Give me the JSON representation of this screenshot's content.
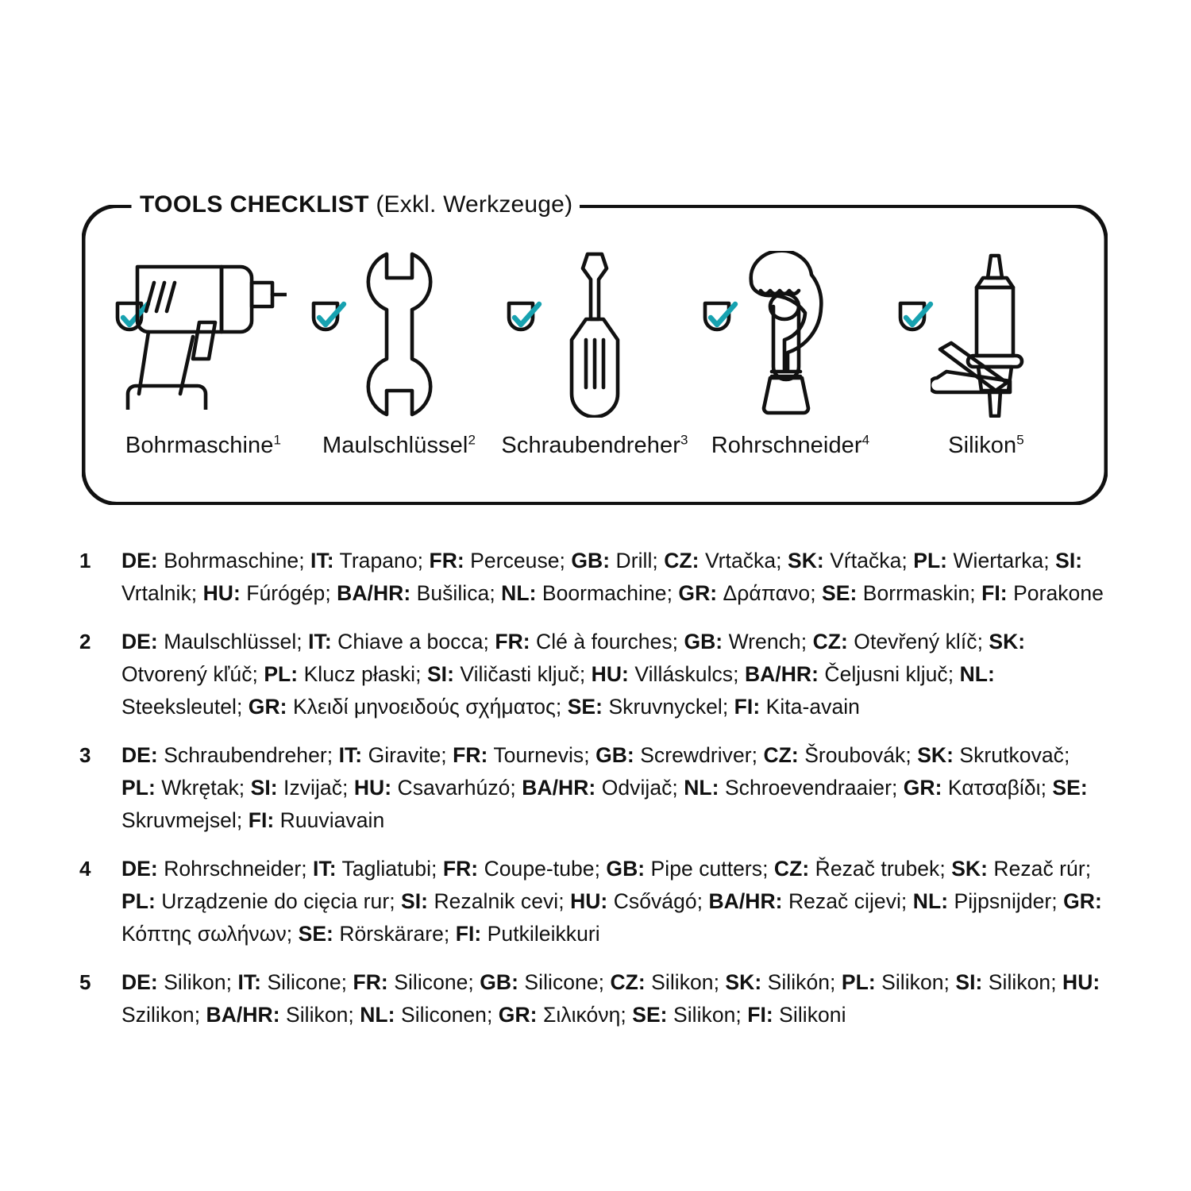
{
  "panel": {
    "title_strong": "TOOLS CHECKLIST",
    "title_light": "(Exkl. Werkzeuge)"
  },
  "colors": {
    "accent_teal": "#17A2B0",
    "line_black": "#111111",
    "background": "#FFFFFF"
  },
  "tools": [
    {
      "icon": "drill-icon",
      "label": "Bohrmaschine",
      "footnote": "1",
      "checked": true
    },
    {
      "icon": "wrench-icon",
      "label": "Maulschlüssel",
      "footnote": "2",
      "checked": true
    },
    {
      "icon": "screwdriver-icon",
      "label": "Schraubendreher",
      "footnote": "3",
      "checked": true
    },
    {
      "icon": "pipe-cutter-icon",
      "label": "Rohrschneider",
      "footnote": "4",
      "checked": true
    },
    {
      "icon": "silicone-gun-icon",
      "label": "Silikon",
      "footnote": "5",
      "checked": true
    }
  ],
  "notes": [
    {
      "num": "1",
      "html": "<b>DE:</b> Bohrmaschine; <b>IT:</b> Trapano; <b>FR:</b> Perceuse; <b>GB:</b> Drill; <b>CZ:</b> Vrtačka; <b>SK:</b> Vŕtačka; <b>PL:</b> Wiertarka; <b>SI:</b> Vrtalnik; <b>HU:</b> Fúrógép; <b>BA/HR:</b> Bušilica; <b>NL:</b> Boormachine; <b>GR:</b> Δράπανο; <b>SE:</b> Borrmaskin; <b>FI:</b> Porakone"
    },
    {
      "num": "2",
      "html": "<b>DE:</b> Maulschlüssel; <b>IT:</b> Chiave a bocca; <b>FR:</b> Clé à fourches; <b>GB:</b> Wrench; <b>CZ:</b> Otevřený klíč; <b>SK:</b> Otvorený kľúč; <b>PL:</b> Klucz płaski; <b>SI:</b> Viličasti ključ; <b>HU:</b> Villáskulcs; <b>BA/HR:</b> Čeljusni ključ; <b>NL:</b> Steeksleutel; <b>GR:</b> Κλειδί μηνοειδούς σχήματος; <b>SE:</b> Skruvnyckel; <b>FI:</b> Kita-avain"
    },
    {
      "num": "3",
      "html": "<b>DE:</b> Schraubendreher; <b>IT:</b> Giravite; <b>FR:</b> Tournevis; <b>GB:</b> Screwdriver; <b>CZ:</b> Šroubovák; <b>SK:</b> Skrutkovač; <b>PL:</b> Wkrętak; <b>SI:</b> Izvijač; <b>HU:</b> Csavarhúzó; <b>BA/HR:</b> Odvijač; <b>NL:</b> Schroevendraaier; <b>GR:</b> Κατσαβίδι; <b>SE:</b> Skruvmejsel; <b>FI:</b> Ruuviavain"
    },
    {
      "num": "4",
      "html": "<b>DE:</b> Rohrschneider; <b>IT:</b> Tagliatubi; <b>FR:</b> Coupe-tube; <b>GB:</b> Pipe cutters; <b>CZ:</b> Řezač trubek; <b>SK:</b> Rezač rúr; <b>PL:</b> Urządzenie do cięcia rur; <b>SI:</b> Rezalnik cevi; <b>HU:</b> Csővágó; <b>BA/HR:</b> Rezač cijevi; <b>NL:</b> Pijpsnijder; <b>GR:</b> Κόπτης σωλήνων; <b>SE:</b> Rörskärare; <b>FI:</b> Putkileikkuri"
    },
    {
      "num": "5",
      "html": "<b>DE:</b> Silikon; <b>IT:</b> Silicone; <b>FR:</b> Silicone; <b>GB:</b> Silicone; <b>CZ:</b> Silikon; <b>SK:</b> Silikón; <b>PL:</b> Silikon; <b>SI:</b> Silikon; <b>HU:</b> Szilikon; <b>BA/HR:</b> Silikon; <b>NL:</b> Siliconen; <b>GR:</b> Σιλικόνη; <b>SE:</b> Silikon; <b>FI:</b> Silikoni"
    }
  ]
}
